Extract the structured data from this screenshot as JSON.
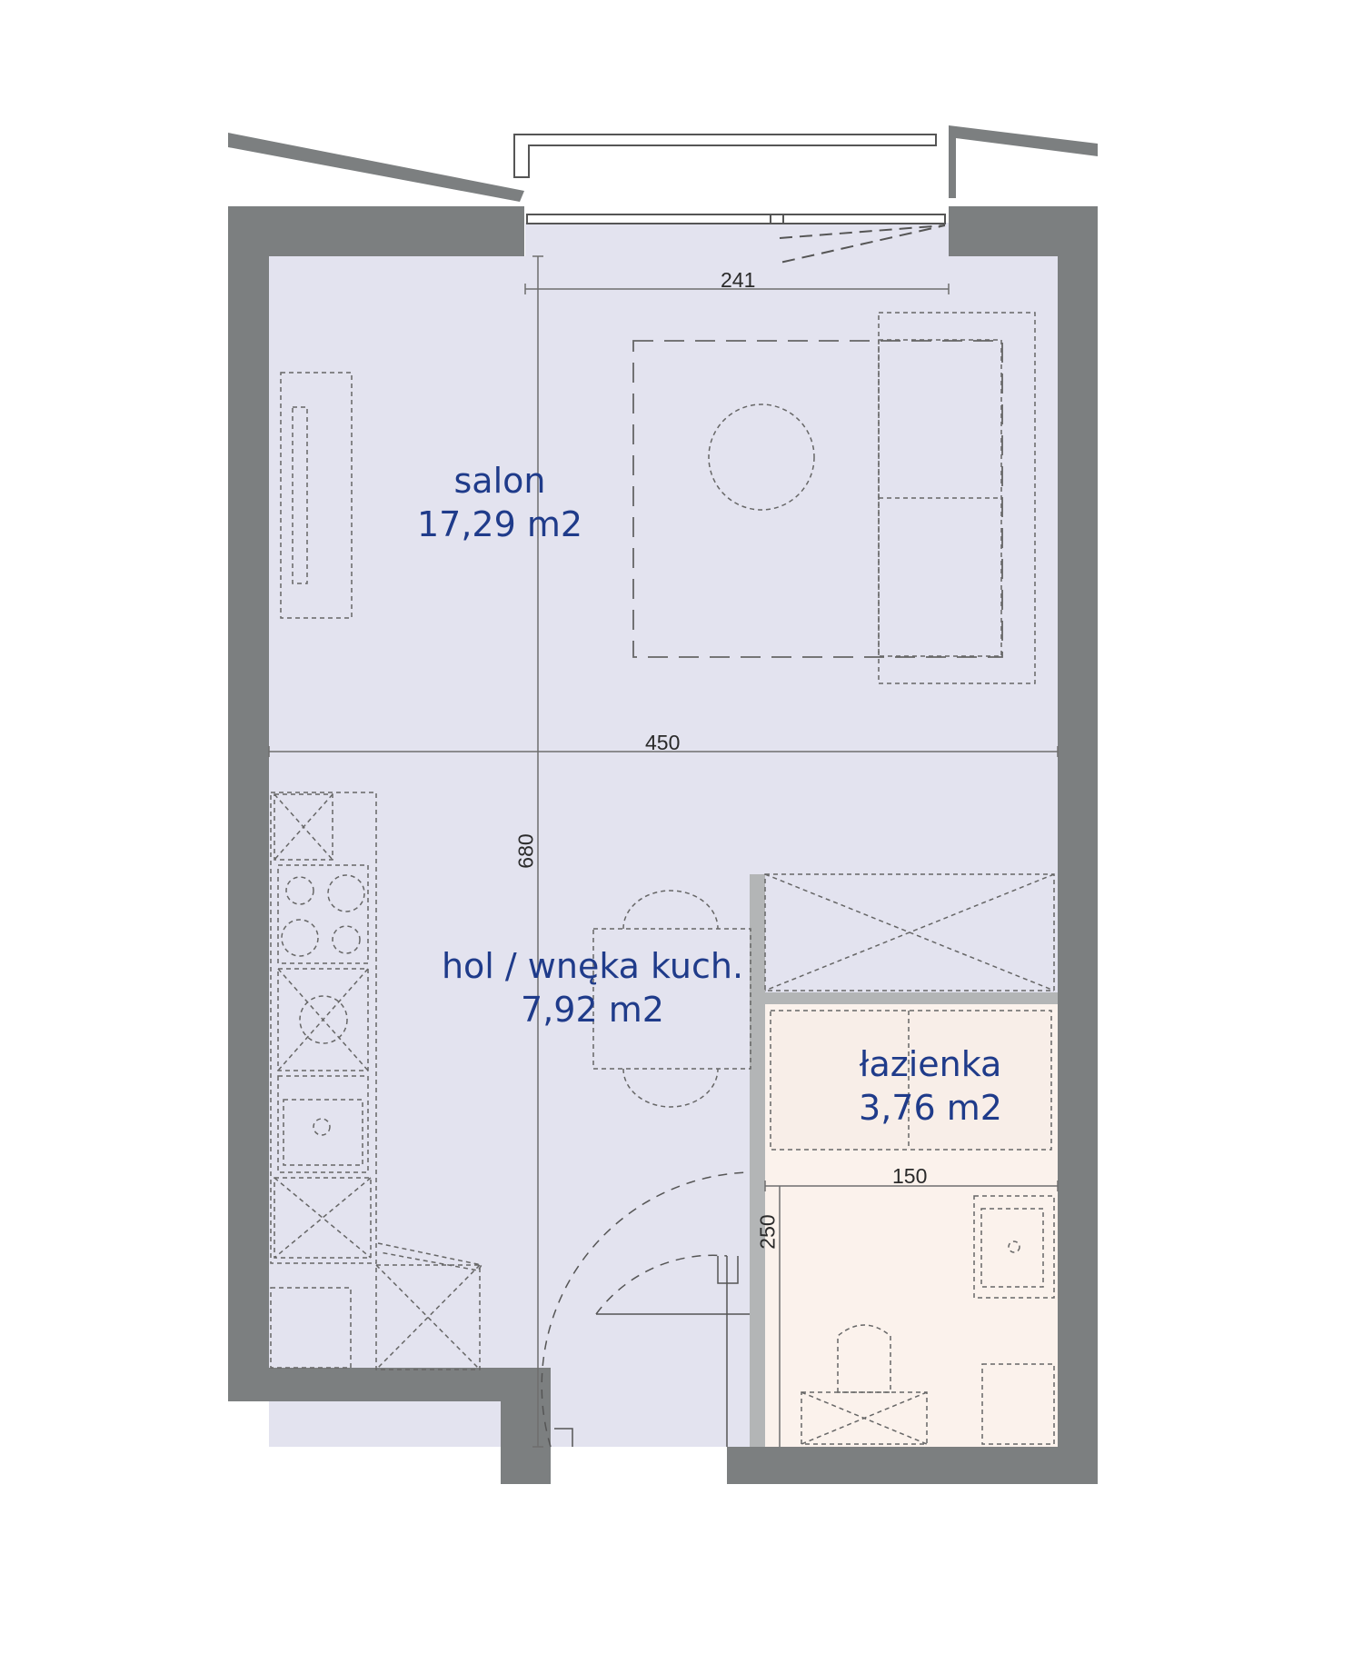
{
  "colors": {
    "wall": "#7c7f80",
    "living_floor": "#e3e3ef",
    "bath_floor": "#fbf2ec",
    "label_text": "#1f3b8a",
    "line": "#6e6e6e",
    "dimension_text": "#2a2a2a"
  },
  "rooms": {
    "salon": {
      "name": "salon",
      "area": "17,29 m2"
    },
    "hol": {
      "name": "hol / wnęka kuch.",
      "area": "7,92 m2"
    },
    "lazienka": {
      "name": "łazienka",
      "area": "3,76 m2"
    }
  },
  "dimensions": {
    "window_width": "241",
    "room_width": "450",
    "room_length": "680",
    "bath_width": "150",
    "bath_length": "250"
  }
}
